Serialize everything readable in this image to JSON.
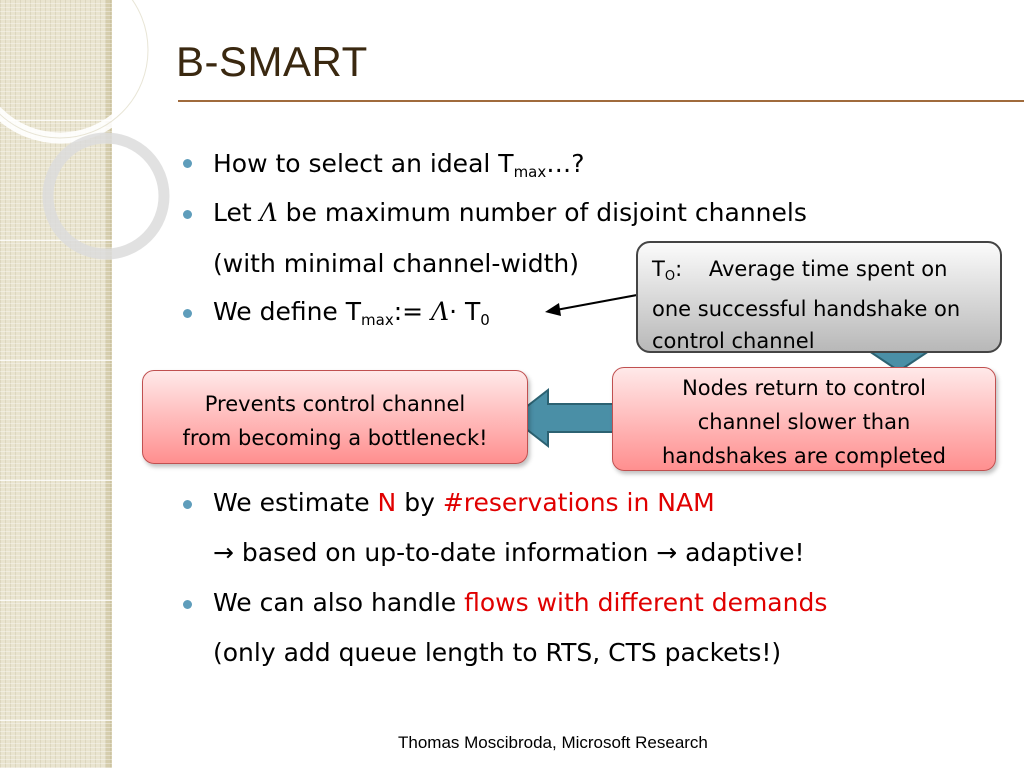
{
  "slide": {
    "title": "B-SMART",
    "footer": "Thomas Moscibroda, Microsoft Research"
  },
  "bullets": {
    "b1": {
      "pre": "How to select an ideal T",
      "sub": "max",
      "post": "…?"
    },
    "b2": {
      "pre": "Let ",
      "sym": "Λ",
      "post": " be maximum number of disjoint channels",
      "cont": "(with minimal channel-width)"
    },
    "b3": {
      "pre": "We define T",
      "sub": "max",
      "mid": ":= ",
      "sym": "Λ",
      "dot": "·",
      "post": " T",
      "sub2": "0"
    },
    "b4": {
      "pre": "We estimate ",
      "n": "N",
      "by": " by ",
      "res": "#reservations in NAM",
      "cont": "→ based on up-to-date information → adaptive!"
    },
    "b5": {
      "pre": "We can also handle ",
      "flows": "flows with different demands",
      "cont": "(only add queue length to RTS, CTS packets!)"
    }
  },
  "callouts": {
    "t0": {
      "label": "T",
      "sub": "O",
      "colon": ":",
      "line1": "Average time spent on",
      "line2": "one successful handshake on",
      "line3": "control channel"
    },
    "nodes": {
      "line1": "Nodes return to control",
      "line2": "channel slower than",
      "line3": "handshakes are completed"
    },
    "prevents": {
      "line1": "Prevents control channel",
      "line2": "from becoming a bottleneck!"
    }
  },
  "colors": {
    "accent_red": "#e00000",
    "bullet": "#5f9dbb",
    "arrow": "#4a8fa6",
    "title": "#3a2810",
    "rule": "#a06b3c"
  }
}
